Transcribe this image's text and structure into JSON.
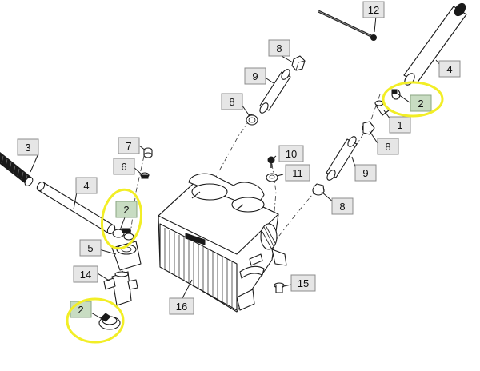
{
  "callouts": [
    {
      "id": "12",
      "label": "12",
      "highlight": false
    },
    {
      "id": "8-top",
      "label": "8",
      "highlight": false
    },
    {
      "id": "4-right",
      "label": "4",
      "highlight": false
    },
    {
      "id": "9-top",
      "label": "9",
      "highlight": false
    },
    {
      "id": "8-mid",
      "label": "8",
      "highlight": false
    },
    {
      "id": "2-right",
      "label": "2",
      "highlight": true
    },
    {
      "id": "1",
      "label": "1",
      "highlight": false
    },
    {
      "id": "8-right",
      "label": "8",
      "highlight": false
    },
    {
      "id": "3",
      "label": "3",
      "highlight": false
    },
    {
      "id": "7",
      "label": "7",
      "highlight": false
    },
    {
      "id": "10",
      "label": "10",
      "highlight": false
    },
    {
      "id": "6",
      "label": "6",
      "highlight": false
    },
    {
      "id": "11",
      "label": "11",
      "highlight": false
    },
    {
      "id": "9-right",
      "label": "9",
      "highlight": false
    },
    {
      "id": "4-left",
      "label": "4",
      "highlight": false
    },
    {
      "id": "2-left",
      "label": "2",
      "highlight": true
    },
    {
      "id": "8-low",
      "label": "8",
      "highlight": false
    },
    {
      "id": "5",
      "label": "5",
      "highlight": false
    },
    {
      "id": "14",
      "label": "14",
      "highlight": false
    },
    {
      "id": "15",
      "label": "15",
      "highlight": false
    },
    {
      "id": "16",
      "label": "16",
      "highlight": false
    },
    {
      "id": "2-bottom",
      "label": "2",
      "highlight": true
    }
  ],
  "colors": {
    "callout_fill": "#e6e6e6",
    "callout_highlight_fill": "#c8dcc2",
    "highlight_ring": "#f2ee26",
    "line_art": "#1a1a1a"
  }
}
